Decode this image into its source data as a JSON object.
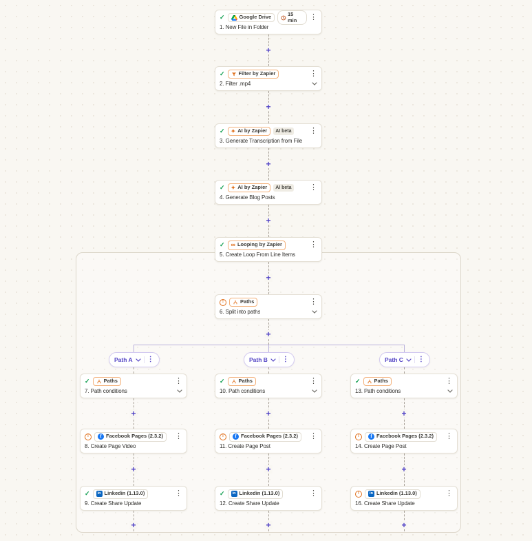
{
  "colors": {
    "accent_purple": "#4f41c6",
    "zapier_orange": "#e0701c",
    "success_green": "#0e9d4e",
    "card_border": "#e4dfd4",
    "connector_gray": "#a8a198",
    "branch_purple": "#b9b0dc"
  },
  "icons": {
    "kebab": "⋮",
    "plus": "+",
    "check": "✓",
    "warning": "!",
    "infinity": "∞",
    "sparkle": "✦"
  },
  "main_steps": [
    {
      "title": "1. New File in Folder",
      "app": "Google Drive",
      "status": "success",
      "timer": "15 min"
    },
    {
      "title": "2. Filter .mp4",
      "app": "Filter by Zapier",
      "status": "success"
    },
    {
      "title": "3. Generate Transcription from File",
      "app": "AI by Zapier",
      "tag": "AI beta",
      "status": "success"
    },
    {
      "title": "4. Generate Blog Posts",
      "app": "AI by Zapier",
      "tag": "AI beta",
      "status": "success"
    },
    {
      "title": "5. Create Loop From Line Items",
      "app": "Looping by Zapier",
      "status": "success"
    },
    {
      "title": "6. Split into paths",
      "app": "Paths",
      "status": "warning"
    }
  ],
  "branches": [
    {
      "label": "Path A",
      "steps": [
        {
          "title": "7. Path conditions",
          "app": "Paths",
          "status": "success"
        },
        {
          "title": "8. Create Page Video",
          "app": "Facebook Pages (2.3.2)",
          "status": "warning"
        },
        {
          "title": "9. Create Share Update",
          "app": "Linkedin (1.13.0)",
          "status": "success"
        }
      ]
    },
    {
      "label": "Path B",
      "steps": [
        {
          "title": "10. Path conditions",
          "app": "Paths",
          "status": "success"
        },
        {
          "title": "11. Create Page Post",
          "app": "Facebook Pages (2.3.2)",
          "status": "warning"
        },
        {
          "title": "12. Create Share Update",
          "app": "Linkedin (1.13.0)",
          "status": "success"
        }
      ]
    },
    {
      "label": "Path C",
      "steps": [
        {
          "title": "13. Path conditions",
          "app": "Paths",
          "status": "success"
        },
        {
          "title": "14. Create Page Post",
          "app": "Facebook Pages (2.3.2)",
          "status": "warning"
        },
        {
          "title": "16. Create Share Update",
          "app": "Linkedin (1.13.0)",
          "status": "warning"
        }
      ]
    }
  ]
}
